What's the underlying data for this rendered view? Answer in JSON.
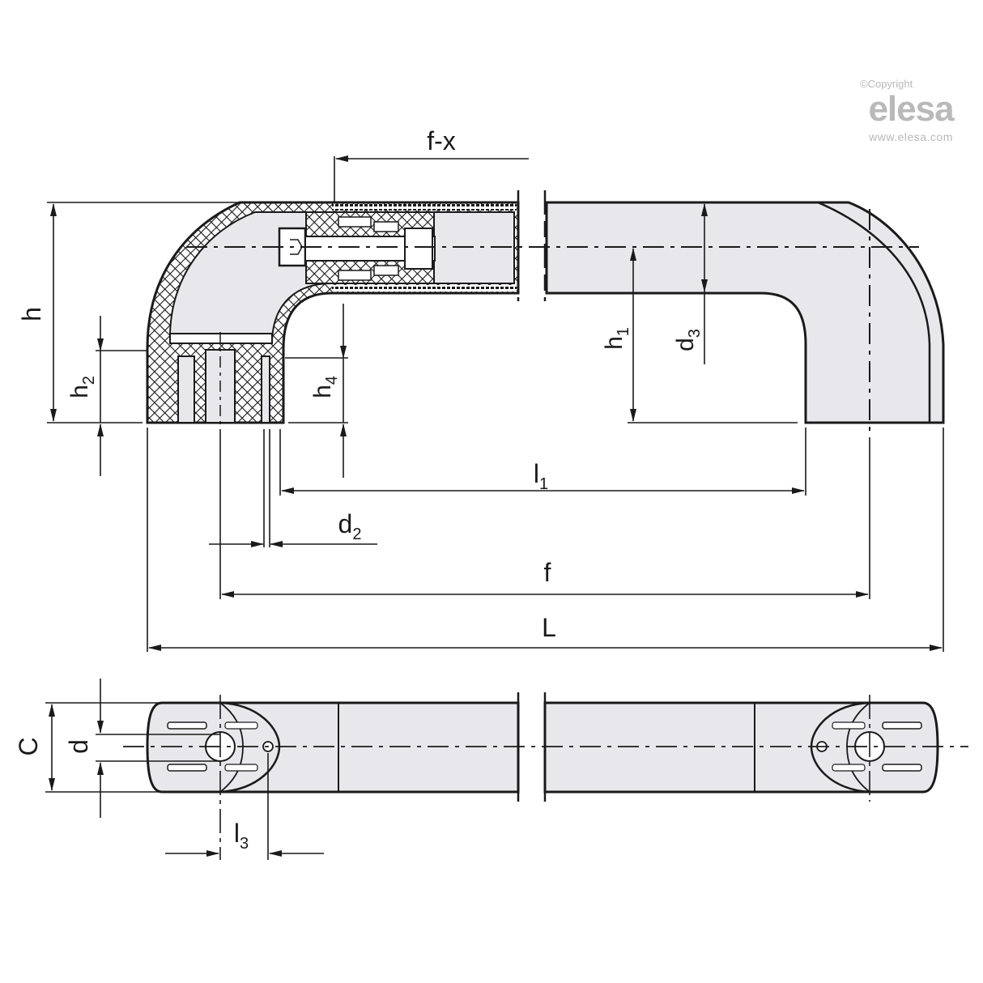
{
  "watermark": {
    "copyright": "©Copyright",
    "brand": "elesa",
    "url": "www.elesa.com"
  },
  "colors": {
    "line": "#1a1a1a",
    "fill": "#e8e8ec",
    "watermark": "#b9b9b9",
    "background": "#ffffff"
  },
  "dimensions": {
    "h": "h",
    "h1": "h",
    "h1_sub": "1",
    "h2": "h",
    "h2_sub": "2",
    "h4": "h",
    "h4_sub": "4",
    "d3": "d",
    "d3_sub": "3",
    "f_x": "f-x",
    "l1": "l",
    "l1_sub": "1",
    "d2": "d",
    "d2_sub": "2",
    "f": "f",
    "L": "L",
    "C": "C",
    "d": "d",
    "l3": "l",
    "l3_sub": "3"
  },
  "views": {
    "side_view": "side-section-view",
    "top_view": "top-plan-view"
  }
}
